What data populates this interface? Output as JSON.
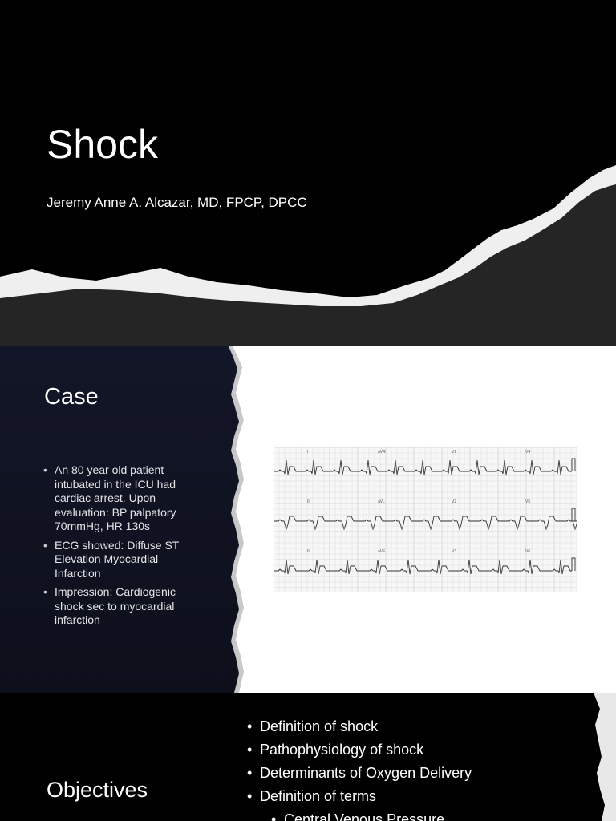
{
  "slide1": {
    "title": "Shock",
    "subtitle": "Jeremy Anne A. Alcazar, MD, FPCP, DPCC"
  },
  "slide2": {
    "title": "Case",
    "bullets": [
      "An 80 year old patient intubated in the ICU had cardiac arrest. Upon evaluation: BP palpatory 70mmHg, HR 130s",
      "ECG showed: Diffuse ST Elevation Myocardial Infarction",
      "Impression: Cardiogenic shock sec to myocardial infarction"
    ],
    "ecg": {
      "lead_labels_row1": [
        "I",
        "aVR",
        "V1",
        "V4"
      ],
      "lead_labels_row2": [
        "II",
        "aVL",
        "V2",
        "V5"
      ],
      "lead_labels_row3": [
        "III",
        "aVF",
        "V3",
        "V6"
      ]
    }
  },
  "slide3": {
    "title": "Objectives",
    "bullets": [
      "Definition of shock",
      "Pathophysiology of shock",
      "Determinants of Oxygen Delivery",
      "Definition of terms"
    ],
    "sub_bullets": [
      "Central Venous Pressure"
    ]
  }
}
